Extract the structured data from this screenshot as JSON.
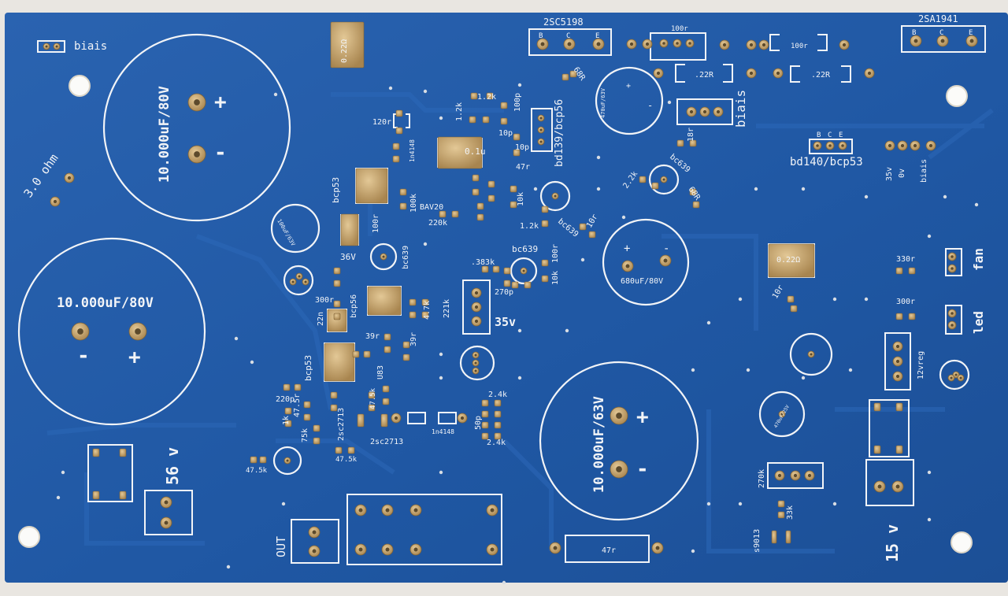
{
  "photo": {
    "subject": "blue amplifier printed circuit board",
    "colors": {
      "board": "#1f57a3",
      "board_dark": "#184a8e",
      "silk": "#f2f4f7",
      "pad": "#c8a775",
      "pad_dark": "#9a7a4a",
      "background": "#e9e6e1"
    }
  },
  "silkscreen": {
    "biais_top": "biais",
    "ohm": "3.0 ohm",
    "cap_top_left": "10.000uF/80V",
    "plus": "+",
    "minus": "-",
    "cap_mid_left": "10.000uF/80V",
    "v56": "56 v",
    "out": "OUT",
    "r022_top": "0.22Ω",
    "t_2sc5198": "2SC5198",
    "t_2sa1941": "2SA1941",
    "bce_b": "B",
    "bce_c": "C",
    "bce_e": "E",
    "r100r_a": "100r",
    "r100r_b": "100r",
    "r22r_a": ".22R",
    "r22r_b": ".22R",
    "cap470": "470uF/63V",
    "biais_mid": "biais",
    "bd140": "bd140/bcp53",
    "v35_small": "35v",
    "v0": "0v",
    "biais_small": "biais",
    "bd139": "bd139/bcp56",
    "r1_2k_a": "1.2k",
    "c100p": "100p",
    "r1_2k_b": "1.2k",
    "r120r": "120r",
    "c0_1u": "0.1u",
    "c10p_a": "10p",
    "c10p_b": "10p",
    "r47r_a": "47r",
    "d4148_a": "1n4148",
    "r68r_a": "68R",
    "r18r": "18r",
    "bc639_a": "bc639",
    "r2_2k": "2.2k",
    "r68r_b": "68R",
    "bcp53_a": "bcp53",
    "bav20": "BAV20",
    "r100k_a": "100k",
    "r220k": "220k",
    "r10k_a": "10k",
    "r1_2k_c": "1.2k",
    "bc639_b": "bc639",
    "r10r": "10r",
    "cap100": "100uF/63V",
    "r100r_c": "100r",
    "v36": "36V",
    "bc639_c": "bc639",
    "cap680": "680uF/80V",
    "r022_mid": "0.22Ω",
    "r383k": ".383k",
    "bc639_d": "bc639",
    "r100r_d": "100r",
    "c270p": "270p",
    "r10k_b": "10k",
    "r330r": "330r",
    "fan": "fan",
    "r300r_a": "300r",
    "r300r_b": "300r",
    "led": "led",
    "c22n": "22n",
    "bcp56": "bcp56",
    "r4_7k": "4.7k",
    "r221k": "221k",
    "v35": "35v",
    "r10r_b": "10r",
    "r39r_a": "39r",
    "r39r_b": "39r",
    "bcp53_b": "bcp53",
    "u83": "U83",
    "r47_5k_a": "47.5k",
    "cap10_63": "10.000uF/63V",
    "v12reg": "12vreg",
    "c220p": "220p",
    "r1k": "1k",
    "r47_5r": "47.5r",
    "r75k": "75k",
    "t2sc2713_a": "2sc2713",
    "r47_5k_b": "47.5k",
    "t2sc2713_b": "2sc2713",
    "d4148_b": "1n4148",
    "c50p": "50p",
    "r2_4k_a": "2.4k",
    "r2_4k_b": "2.4k",
    "r47_5k_c": "47.5k",
    "r270k": "270k",
    "r33k": "33k",
    "s9013": "s9013",
    "v15": "15 v",
    "r47r_b": "47r",
    "cap_small": "470uF/25V"
  }
}
